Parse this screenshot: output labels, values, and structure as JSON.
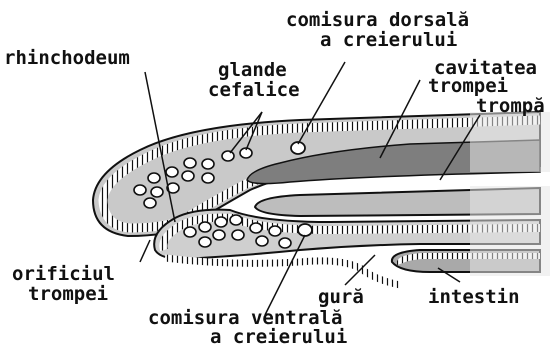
{
  "labels": {
    "comisura_dorsala": [
      "comisura dorsală",
      "a creierului"
    ],
    "rhinchodeum": "rhinchodeum",
    "glande_cefalice": [
      "glande",
      "cefalice"
    ],
    "cavitatea_trompei": [
      "cavitatea",
      "trompei"
    ],
    "trompa": "trompă",
    "orificiul_trompei": [
      "orificiul",
      "trompei"
    ],
    "gura": "gură",
    "intestin": "intestin",
    "comisura_ventrala": [
      "comisura ventrală",
      "a creierului"
    ]
  }
}
